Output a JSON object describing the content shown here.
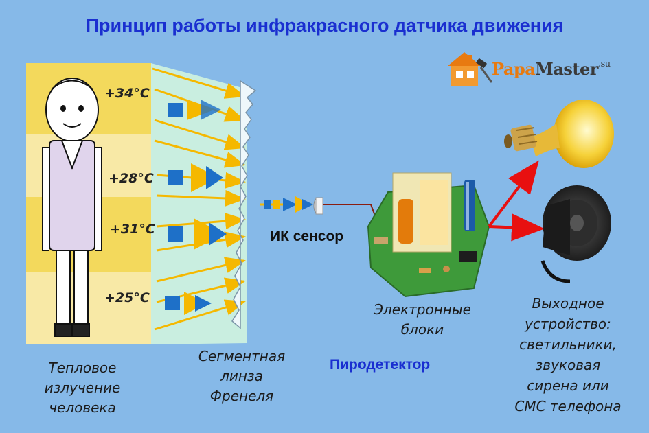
{
  "title": "Принцип работы инфракрасного датчика движения",
  "logo": {
    "part1": "Papa",
    "part2": "Master",
    "suffix": ".su",
    "icon": "house-hammer-icon",
    "color_main": "#e87a10",
    "color_brand": "#3a3a3a"
  },
  "temperatures": [
    "+34°C",
    "+28°C",
    "+31°C",
    "+25°C"
  ],
  "labels": {
    "human": [
      "Тепловое",
      "излучение",
      "человека"
    ],
    "lens": [
      "Сегментная",
      "линза",
      "Френеля"
    ],
    "sensor": "ИК сенсор",
    "pyro": "Пиродетектор",
    "electronics": [
      "Электронные",
      "блоки"
    ],
    "output": [
      "Выходное",
      "устройство:",
      "светильники,",
      "звуковая",
      "сирена или",
      "СМС телефона"
    ]
  },
  "colors": {
    "title": "#1a2fd0",
    "background": "#86b9e8",
    "arrow_ir": "#f5b800",
    "arrow_output": "#e81010",
    "pyro_label": "#1a2fd0"
  }
}
